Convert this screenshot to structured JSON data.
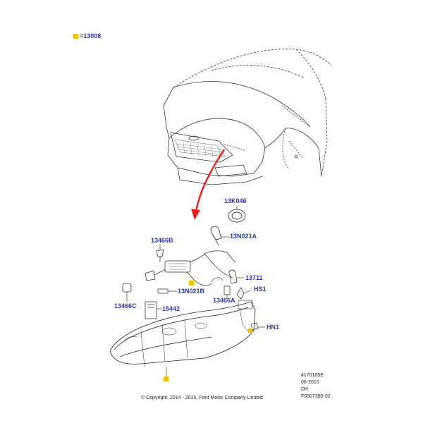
{
  "legend": {
    "marker_color": "#f2c200",
    "equals_label": "=13008"
  },
  "part_labels": {
    "p13K046": "13K046",
    "p13N021A": "13N021A",
    "p13466B": "13466B",
    "p13711": "13711",
    "hs1": "HS1",
    "p13N021B": "13N021B",
    "p13466C": "13466C",
    "p15442": "15442",
    "p13466A": "13466A",
    "hn1": "HN1"
  },
  "meta": {
    "line1": "4170105E",
    "line2": "06-2015",
    "line3": "DH",
    "line4": "F0307380-02"
  },
  "copyright": "© Copyright, 2014 - 2015, Ford Motor Company Limited",
  "colors": {
    "label": "#2a3bb0",
    "arrow": "#e8231e",
    "line": "#222222",
    "marker": "#f2c200"
  }
}
